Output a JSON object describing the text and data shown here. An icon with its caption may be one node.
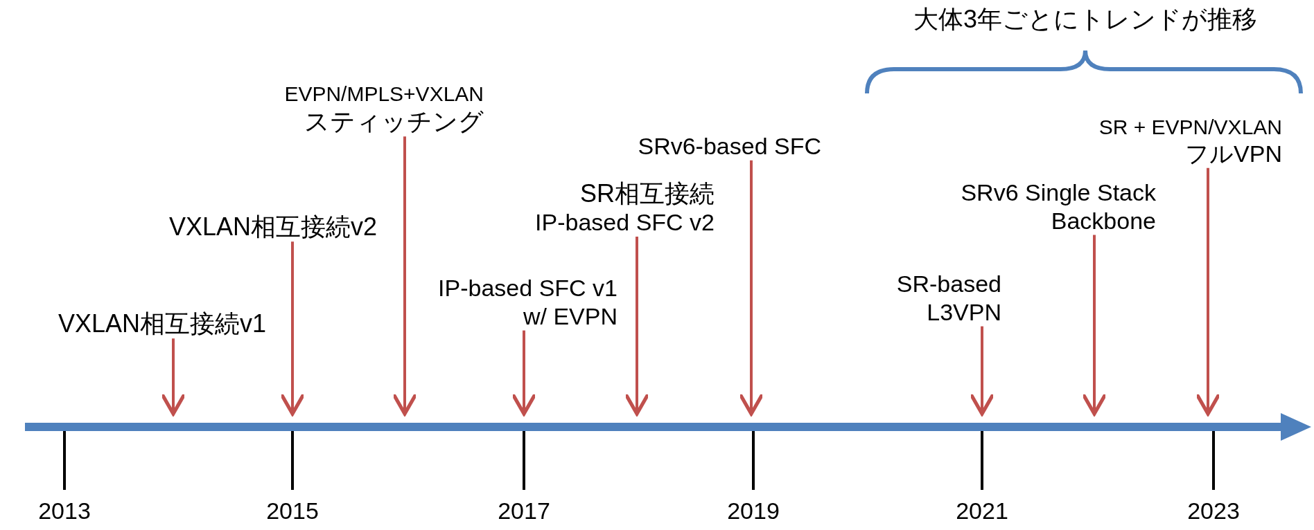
{
  "diagram": {
    "nodes": [
      {
        "text": [
          "VXLAN相互接続v1"
        ]
      },
      {
        "text": [
          "VXLAN相互接続v2"
        ]
      },
      {
        "text": [
          "EVPN/MPLS+VXLAN",
          "スティッチング"
        ]
      },
      {
        "text": [
          "IP-based SFC v1 w/ EVPN"
        ]
      },
      {
        "text": [
          "SR相互接続",
          "IP-based SFC v2"
        ]
      },
      {
        "text": [
          "SRv6-based SFC"
        ]
      },
      {
        "text": [
          "SR-based L3VPN"
        ]
      },
      {
        "text": [
          "SRv6 Single Stack Backbone"
        ]
      },
      {
        "text": [
          "SR + EVPN/VXLAN",
          "フルVPN"
        ]
      }
    ],
    "edges": [
      {
        "from": 0,
        "to": null,
        "arrow": "to"
      },
      {
        "from": 1,
        "to": null,
        "arrow": "to"
      },
      {
        "from": 2,
        "to": null,
        "arrow": "to"
      },
      {
        "from": 3,
        "to": null,
        "arrow": "to"
      },
      {
        "from": 4,
        "to": null,
        "arrow": "to"
      },
      {
        "from": 5,
        "to": null,
        "arrow": "to"
      },
      {
        "from": 6,
        "to": null,
        "arrow": "to"
      },
      {
        "from": 7,
        "to": null,
        "arrow": "to"
      },
      {
        "from": 8,
        "to": null,
        "arrow": "to"
      }
    ],
    "labels": [
      "大体3年ごとにトレンドが推移",
      "2013",
      "2015",
      "2017",
      "2019",
      "2021",
      "2023"
    ]
  }
}
